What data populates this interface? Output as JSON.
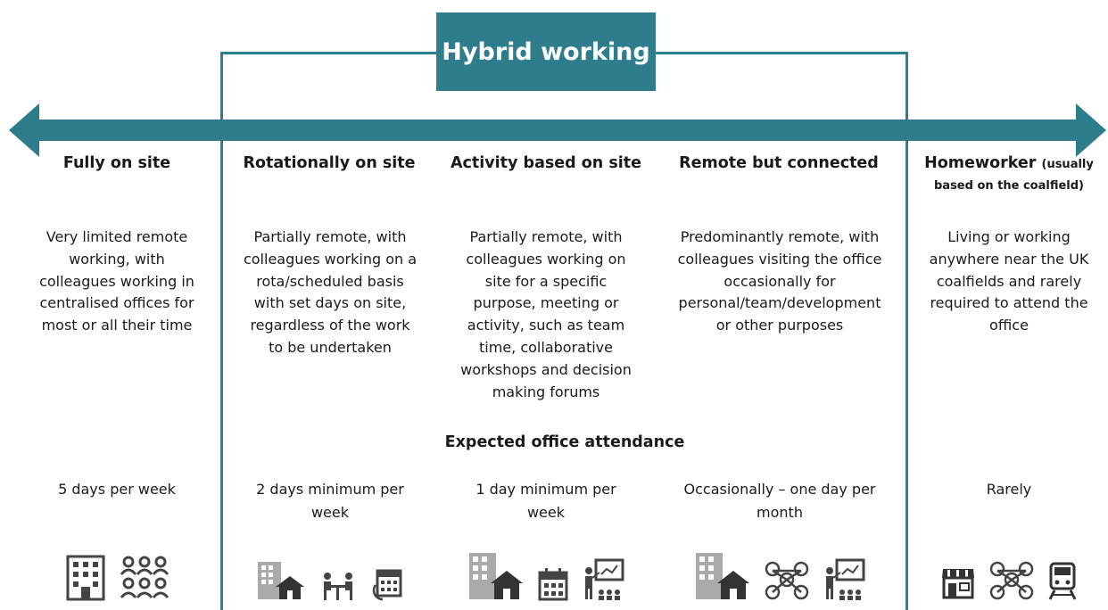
{
  "header": {
    "title": "Hybrid working"
  },
  "colors": {
    "teal": "#2e7d8c",
    "text": "#1a1a1a"
  },
  "columns": [
    {
      "title": "Fully on site",
      "description": [
        "Very limited remote",
        "working, with",
        "colleagues working in",
        "centralised offices for",
        "most or all their time"
      ],
      "attendance": [
        "5 days per week"
      ],
      "icons": [
        "office-building-icon",
        "people-group-icon"
      ]
    },
    {
      "title": "Rotationally on site",
      "description": [
        "Partially remote, with",
        "colleagues working on a",
        "rota/scheduled basis",
        "with set days on site,",
        "regardless of the work",
        "to be undertaken"
      ],
      "attendance": [
        "2 days minimum per",
        "week"
      ],
      "icons": [
        "office-home-icon",
        "desk-meeting-icon",
        "calendar-rotation-icon"
      ]
    },
    {
      "title": "Activity based on site",
      "description": [
        "Partially remote, with",
        "colleagues working on",
        "site for a specific",
        "purpose, meeting or",
        "activity, such as team",
        "time, collaborative",
        "workshops and decision",
        "making forums"
      ],
      "attendance": [
        "1 day minimum per",
        "week"
      ],
      "icons": [
        "office-home-icon",
        "calendar-icon",
        "presentation-icon"
      ]
    },
    {
      "title": "Remote but connected",
      "description": [
        "Predominantly remote, with",
        "colleagues visiting the office",
        "occasionally for",
        "personal/team/development",
        "or other purposes"
      ],
      "attendance": [
        "Occasionally – one day per",
        "month"
      ],
      "icons": [
        "office-home-icon",
        "network-people-icon",
        "presentation-icon"
      ]
    },
    {
      "title": "Homeworker",
      "title_suffix": "(usually",
      "subtitle": "based on the coalfield)",
      "description": [
        "Living or working",
        "anywhere near the UK",
        "coalfields and rarely",
        "required to attend the",
        "office"
      ],
      "attendance": [
        "Rarely"
      ],
      "icons": [
        "shop-icon",
        "network-people-icon",
        "train-icon"
      ]
    }
  ],
  "expected_label": "Expected office attendance"
}
